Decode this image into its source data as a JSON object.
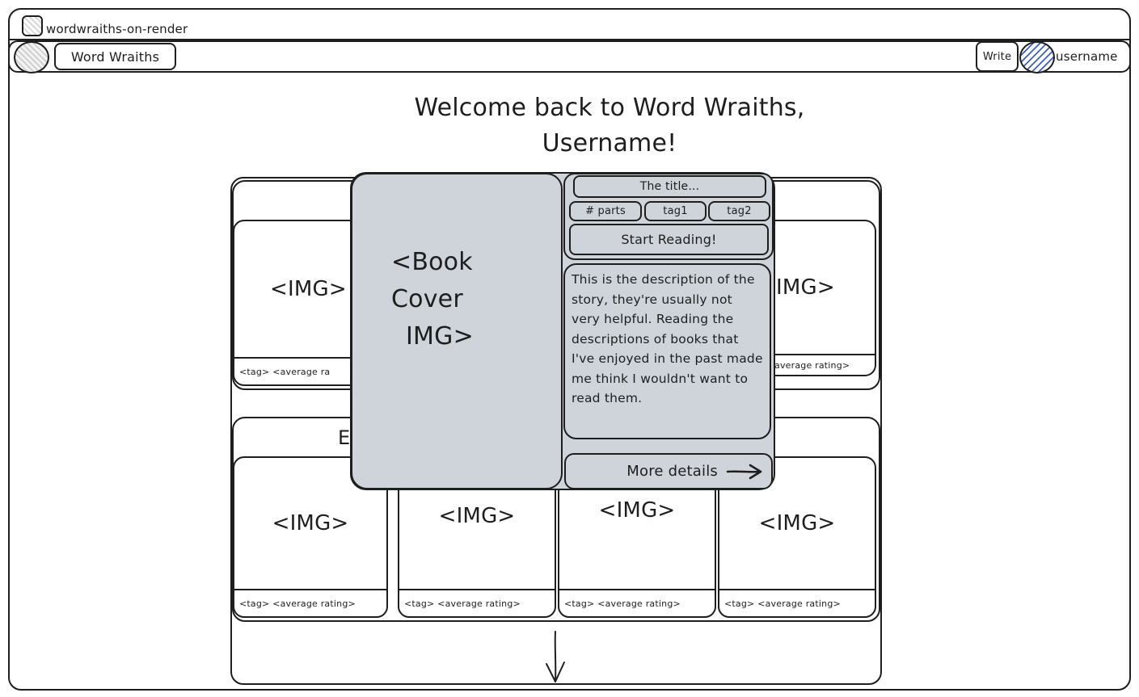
{
  "browser": {
    "tab_title": "wordwraiths-on-render"
  },
  "navbar": {
    "brand": "Word Wraiths",
    "write_label": "Write",
    "username": "username"
  },
  "welcome": {
    "line1": "Welcome back to Word Wraiths,",
    "line2": "Username!"
  },
  "feed": {
    "row2_title_fragment": "E",
    "cards": [
      {
        "img": "<IMG>",
        "meta": "<tag> <average rating>"
      },
      {
        "img": "IMG>",
        "meta": "average rating>"
      },
      {
        "img": "<IMG>",
        "meta": "<tag> <average rating>"
      },
      {
        "img": "<IMG>",
        "meta": "<tag> <average rating>"
      },
      {
        "img": "<IMG>",
        "meta": "<tag> <average rating>"
      },
      {
        "img": "<IMG>",
        "meta": "<tag> <average rating>"
      }
    ],
    "row1_left_meta": "<tag> <average ra"
  },
  "popup": {
    "cover_line1": "<Book",
    "cover_line2": "Cover",
    "cover_line3": "IMG>",
    "title": "The title...",
    "parts": "# parts",
    "tag1": "tag1",
    "tag2": "tag2",
    "start_label": "Start Reading!",
    "description": "This is the description of the story, they're usually not very helpful. Reading the descriptions of books that I've enjoyed in the past made me think I wouldn't want to read them.",
    "more_label": "More details"
  },
  "icons": {
    "scroll": "down-arrow-icon",
    "more": "right-arrow-icon"
  }
}
